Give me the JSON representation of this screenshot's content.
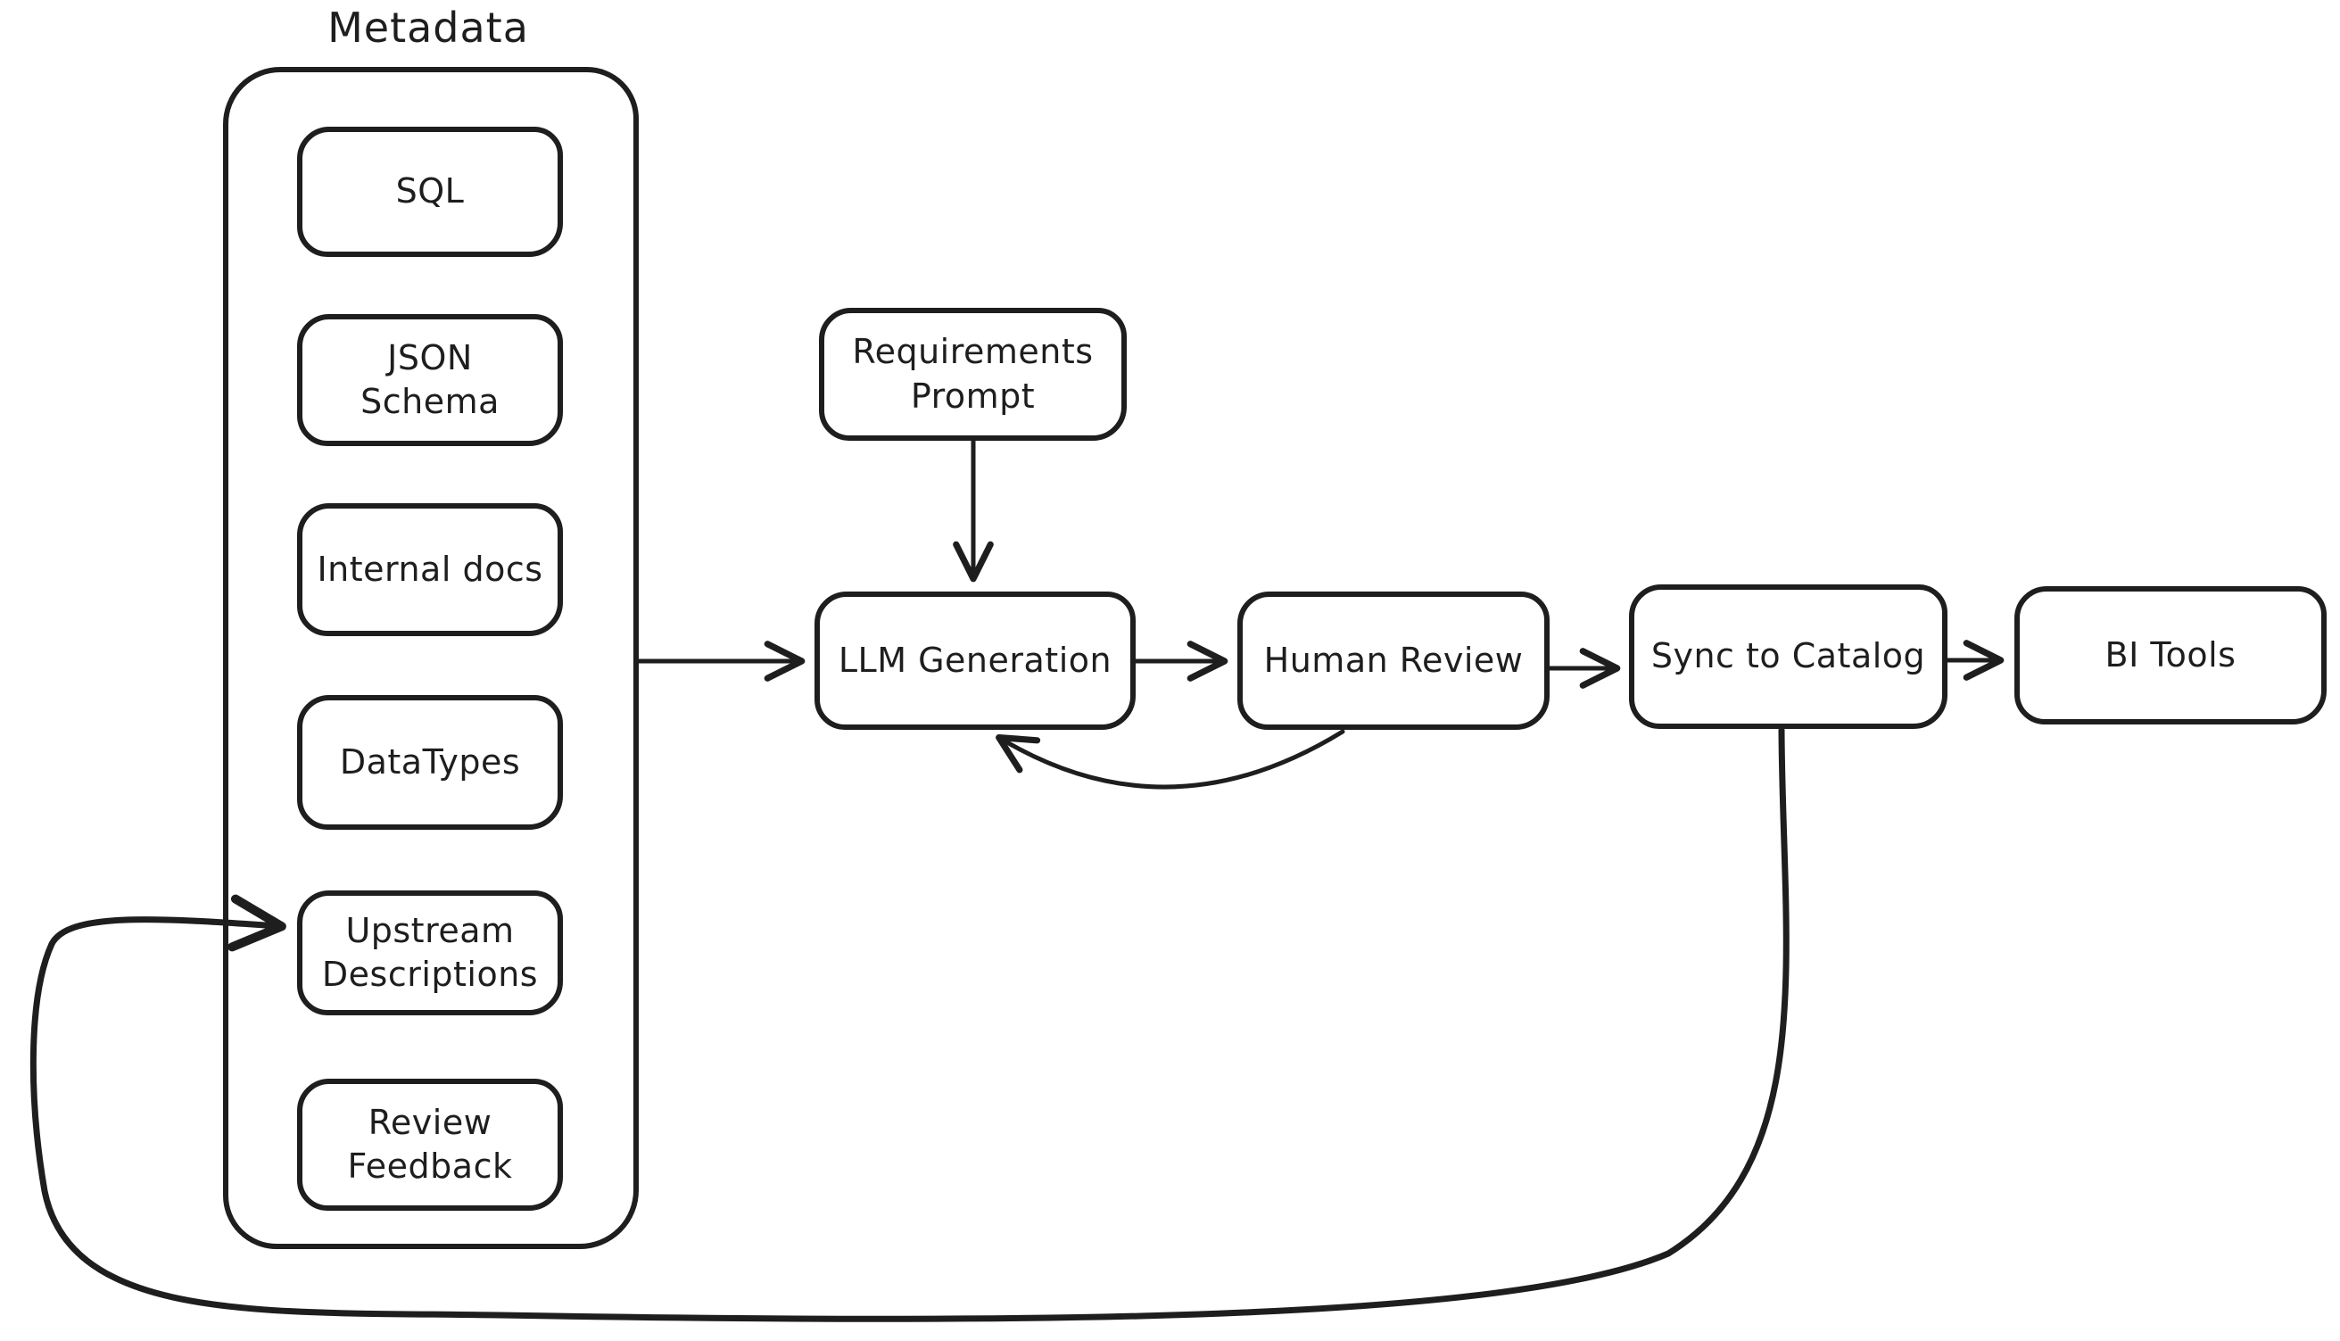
{
  "colors": {
    "stroke": "#1e1e1e",
    "background": "#ffffff"
  },
  "diagram": {
    "group": {
      "title": "Metadata",
      "items": [
        "SQL",
        "JSON Schema",
        "Internal docs",
        "DataTypes",
        "Upstream Descriptions",
        "Review Feedback"
      ]
    },
    "nodes": {
      "requirements_prompt": "Requirements Prompt",
      "llm_generation": "LLM Generation",
      "human_review": "Human Review",
      "sync_to_catalog": "Sync to Catalog",
      "bi_tools": "BI Tools"
    },
    "edges": [
      {
        "from": "Metadata",
        "to": "LLM Generation"
      },
      {
        "from": "Requirements Prompt",
        "to": "LLM Generation"
      },
      {
        "from": "LLM Generation",
        "to": "Human Review"
      },
      {
        "from": "Human Review",
        "to": "LLM Generation",
        "note": "feedback loop"
      },
      {
        "from": "Human Review",
        "to": "Sync to Catalog"
      },
      {
        "from": "Sync to Catalog",
        "to": "BI Tools"
      },
      {
        "from": "Sync to Catalog",
        "to": "Upstream Descriptions",
        "note": "loop back to metadata"
      }
    ]
  }
}
